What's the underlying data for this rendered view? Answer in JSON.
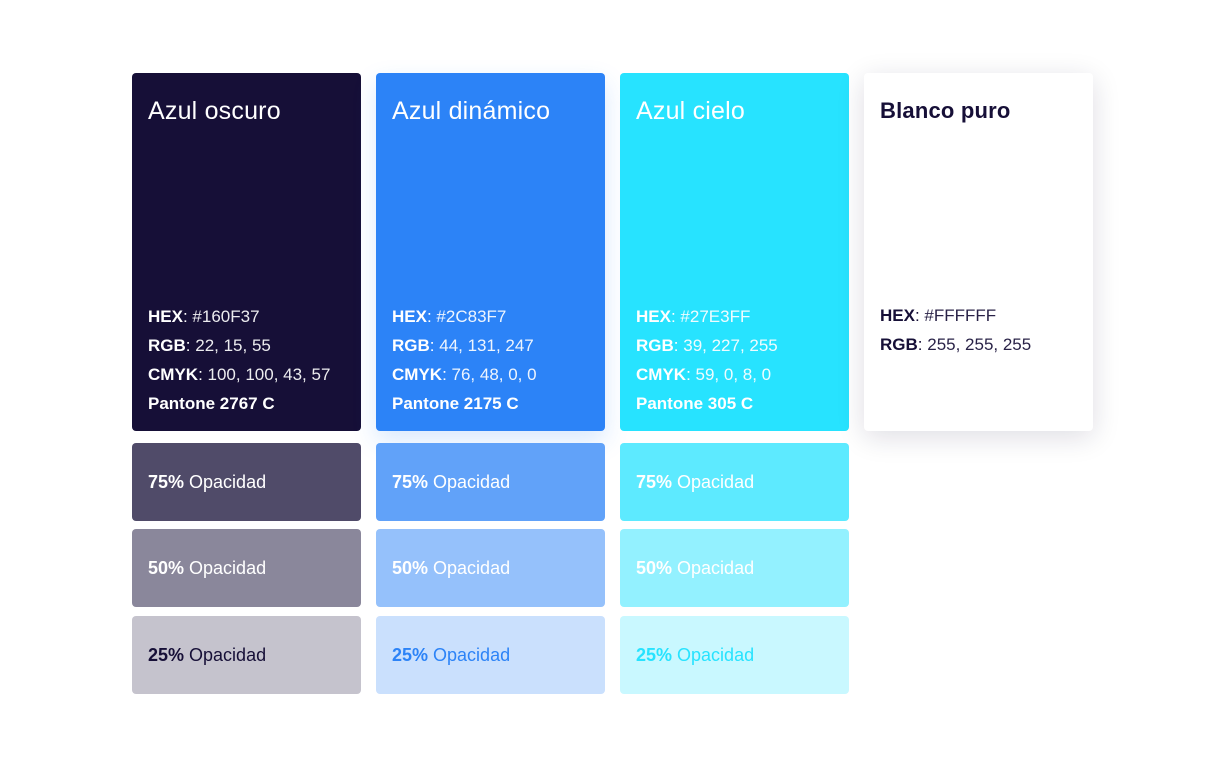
{
  "palette": [
    {
      "name": "Azul oscuro",
      "color": "#160F37",
      "hex_label": "HEX",
      "hex": "#160F37",
      "rgb_label": "RGB",
      "rgb": "22, 15, 55",
      "cmyk_label": "CMYK",
      "cmyk": "100, 100, 43, 57",
      "pantone": "Pantone 2767 C",
      "tints": [
        {
          "percent": "75%",
          "label": "Opacidad",
          "bg": "#504B69",
          "text": "#ffffff"
        },
        {
          "percent": "50%",
          "label": "Opacidad",
          "bg": "#8A879B",
          "text": "#ffffff"
        },
        {
          "percent": "25%",
          "label": "Opacidad",
          "bg": "#C5C3CD",
          "text": "#160F37"
        }
      ]
    },
    {
      "name": "Azul dinámico",
      "color": "#2C83F7",
      "hex_label": "HEX",
      "hex": "#2C83F7",
      "rgb_label": "RGB",
      "rgb": "44, 131, 247",
      "cmyk_label": "CMYK",
      "cmyk": "76, 48, 0, 0",
      "pantone": "Pantone 2175 C",
      "tints": [
        {
          "percent": "75%",
          "label": "Opacidad",
          "bg": "#61A2F9",
          "text": "#ffffff"
        },
        {
          "percent": "50%",
          "label": "Opacidad",
          "bg": "#95C1FB",
          "text": "#ffffff"
        },
        {
          "percent": "25%",
          "label": "Opacidad",
          "bg": "#CAE0FD",
          "text": "#2C83F7"
        }
      ]
    },
    {
      "name": "Azul cielo",
      "color": "#27E3FF",
      "hex_label": "HEX",
      "hex": "#27E3FF",
      "rgb_label": "RGB",
      "rgb": "39, 227, 255",
      "cmyk_label": "CMYK",
      "cmyk": "59, 0, 8, 0",
      "pantone": "Pantone 305 C",
      "tints": [
        {
          "percent": "75%",
          "label": "Opacidad",
          "bg": "#5DEAFF",
          "text": "#ffffff"
        },
        {
          "percent": "50%",
          "label": "Opacidad",
          "bg": "#93F1FF",
          "text": "#ffffff"
        },
        {
          "percent": "25%",
          "label": "Opacidad",
          "bg": "#C9F8FF",
          "text": "#27E3FF"
        }
      ]
    },
    {
      "name": "Blanco puro",
      "color": "#FFFFFF",
      "hex_label": "HEX",
      "hex": "#FFFFFF",
      "rgb_label": "RGB",
      "rgb": "255, 255, 255"
    }
  ]
}
